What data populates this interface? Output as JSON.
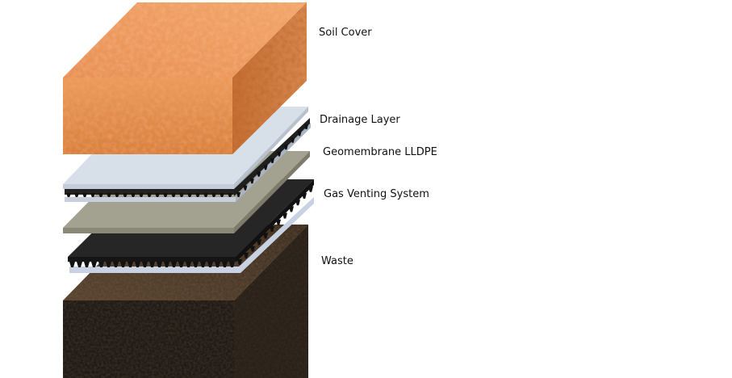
{
  "layers": [
    {
      "id": "soil-cover",
      "label": "Soil Cover",
      "color": "#e49050"
    },
    {
      "id": "drainage-layer",
      "label": "Drainage Layer",
      "color": "#d5dde8"
    },
    {
      "id": "geomembrane",
      "label": "Geomembrane LLDPE",
      "color": "#a19f8d"
    },
    {
      "id": "gas-venting",
      "label": "Gas Venting System",
      "color": "#262626"
    },
    {
      "id": "waste",
      "label": "Waste",
      "color": "#2e2318"
    }
  ]
}
